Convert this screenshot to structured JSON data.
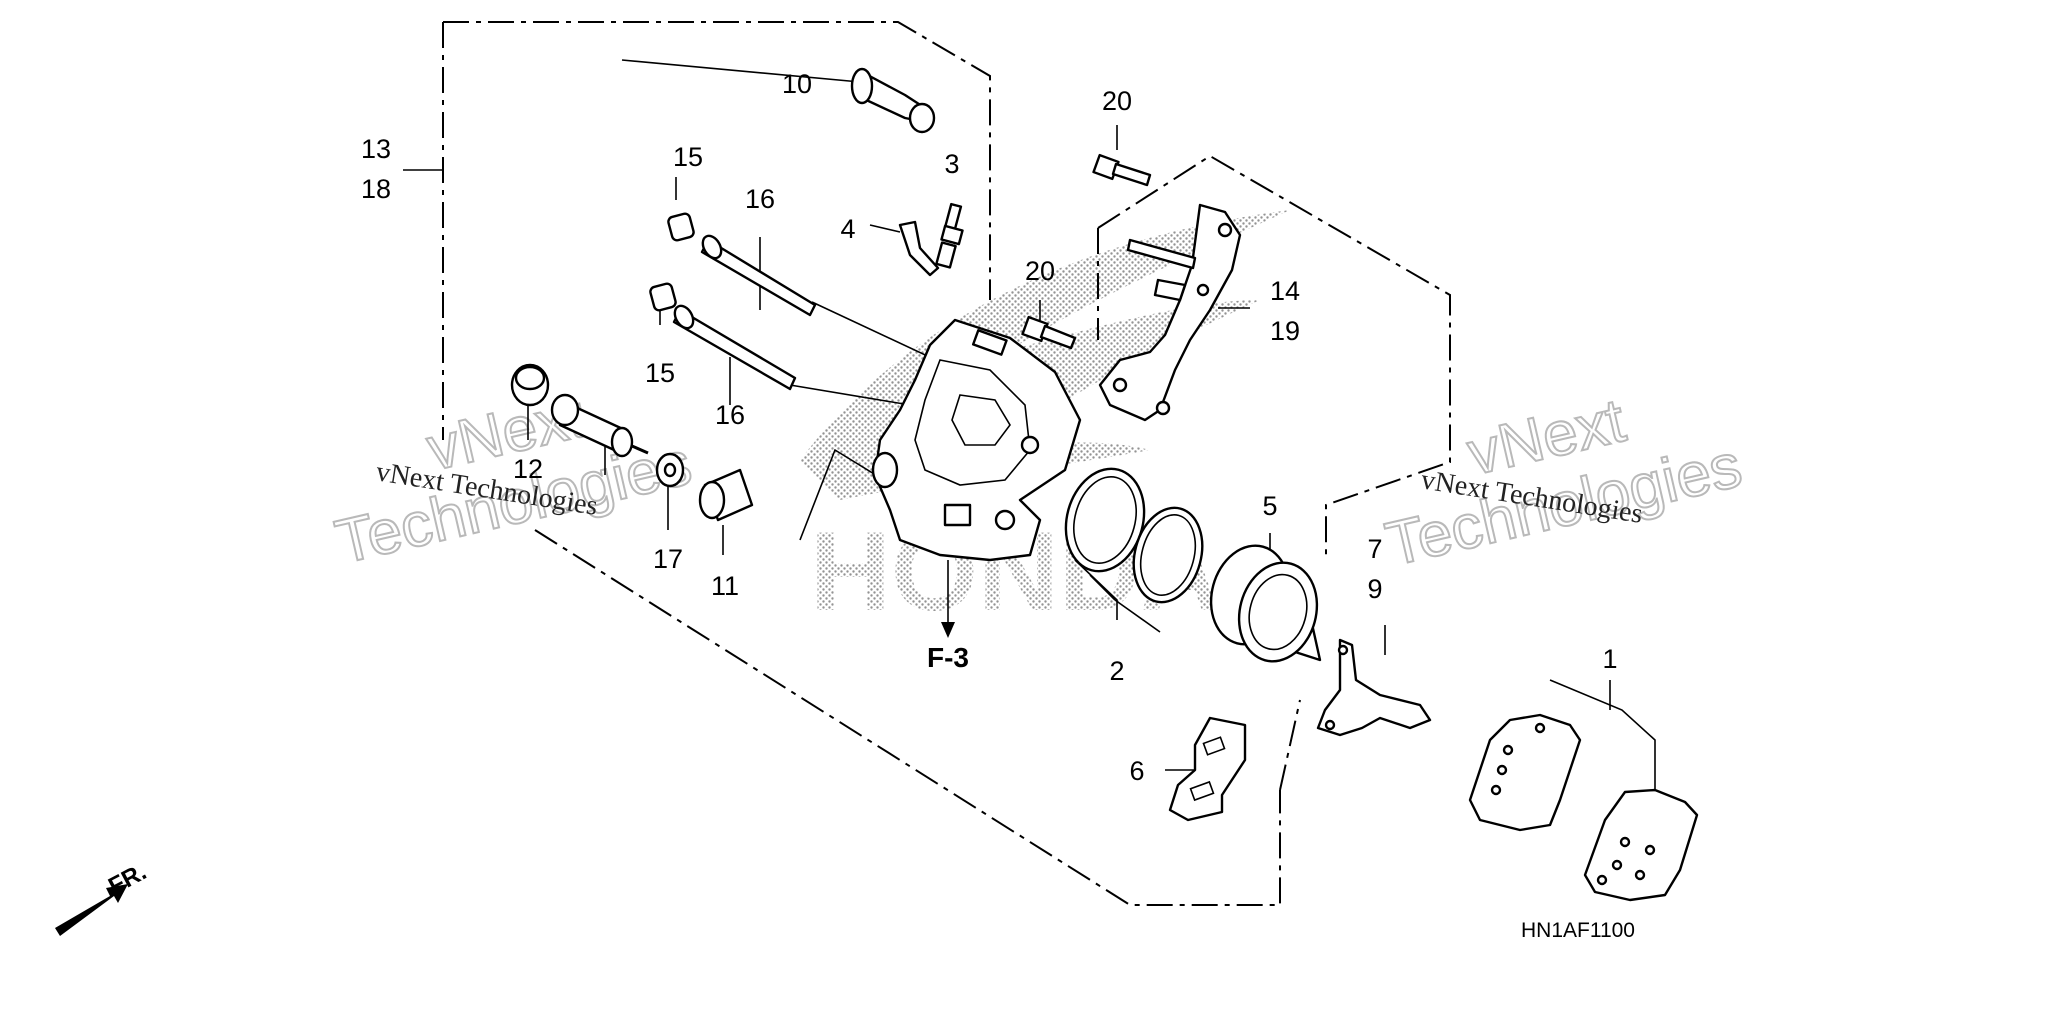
{
  "diagram_code": "HN1AF1100",
  "front_indicator": "FR.",
  "section_ref": "F-3",
  "watermarks": {
    "serif_text": "vNext Technologies",
    "outline_line1": "vNext",
    "outline_line2": "Technologies",
    "logo_text": "HONDA"
  },
  "callouts": {
    "c1": "1",
    "c2": "2",
    "c3": "3",
    "c4": "4",
    "c5": "5",
    "c6": "6",
    "c7": "7",
    "c9": "9",
    "c10": "10",
    "c11": "11",
    "c12": "12",
    "c13": "13",
    "c14": "14",
    "c15a": "15",
    "c15b": "15",
    "c16a": "16",
    "c16b": "16",
    "c17": "17",
    "c18": "18",
    "c19": "19",
    "c20a": "20",
    "c20b": "20"
  }
}
